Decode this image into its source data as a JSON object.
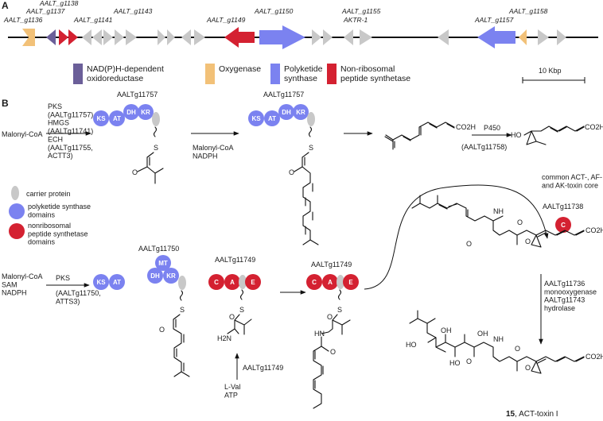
{
  "panel_a": {
    "label": "A",
    "gene_labels": [
      "AALT_g1136",
      "AALT_g1137",
      "AALT_g1138",
      "AALT_g1141",
      "AALT_g1143",
      "AALT_g1149",
      "AALT_g1150",
      "AALT_g1155",
      "AKTR-1",
      "AALT_g1157",
      "AALT_g1158"
    ],
    "legend": {
      "nadph": "NAD(P)H-dependent\noxidoreductase",
      "oxygenase": "Oxygenase",
      "pks": "Polyketide\nsynthase",
      "nrps": "Non-ribosomal\npeptide synthetase"
    },
    "scale_bar": "10 Kbp",
    "colors": {
      "nadph": "#6b5f99",
      "oxygenase": "#f2c178",
      "pks": "#7b82f0",
      "nrps": "#d42131",
      "other": "#c8c8c8"
    }
  },
  "panel_b": {
    "label": "B",
    "row1": {
      "substrate": "Malonyl-CoA",
      "enzymes": "PKS\n(AALTg11757)\nHMGS\n(AALTg11741)\nECH\n(AALTg11755,\nACTT3)",
      "enzyme1_name": "AALTg11757",
      "enzyme2_name": "AALTg11757",
      "step2_reagents": "Malonyl-CoA\nNADPH",
      "p450_label": "P450",
      "p450_gene": "(AALTg11758)"
    },
    "legend": {
      "carrier": "carrier protein",
      "pks_domains": "polyketide synthase\ndomains",
      "nrps_domains": "nonribosomal\npeptide synthetase\ndomains"
    },
    "row2": {
      "substrates": "Malonyl-CoA\nSAM\nNADPH",
      "enzyme_label": "PKS",
      "enzyme_gene": "(AALTg11750,\nATTS3)",
      "pks_name": "AALTg11750",
      "nrps_name1": "AALTg11749",
      "nrps_name2": "AALTg11749",
      "val_enzyme": "AALTg11749",
      "val_reagents": "L-Val\nATP"
    },
    "right": {
      "core_note": "common ACT-, AF-\nand AK-toxin core",
      "c_gene": "AALTg11738",
      "final_enzymes": "AALTg11736\nmonooxygenase\nAALTg11743\nhydrolase",
      "product_number": "15",
      "product_name": ", ACT-toxin I"
    },
    "domains": {
      "pks1": [
        "KS",
        "AT",
        "DH",
        "KR"
      ],
      "pks2": [
        "KS",
        "AT",
        "DH",
        "KR",
        "MT"
      ],
      "nrps": [
        "C",
        "A",
        "E"
      ],
      "c_domain": "C"
    },
    "atom_labels": {
      "s": "S",
      "o": "O",
      "co2h": "CO2H",
      "ho": "HO",
      "oh": "OH",
      "nh": "NH",
      "h2n": "H2N",
      "hn": "HN"
    }
  }
}
